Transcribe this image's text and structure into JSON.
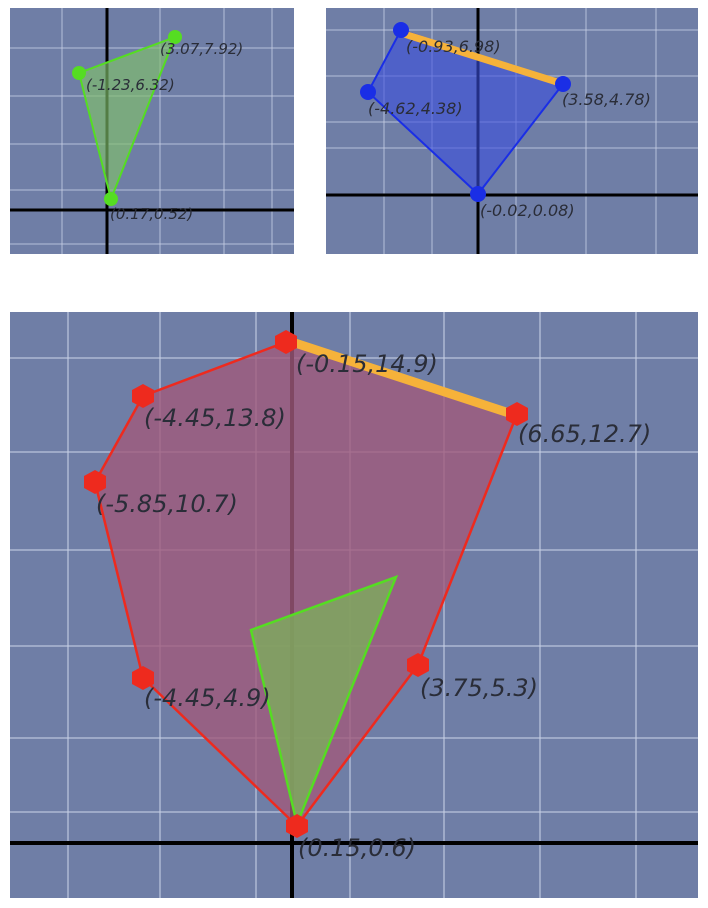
{
  "colors": {
    "background": "#6f7ea6",
    "grid_major": "#c6cfe4",
    "grid_minor": "#8c99bb",
    "axis": "#000000",
    "green": "#55dd22",
    "blue": "#1a2ee6",
    "red": "#ee2a1e",
    "edge_highlight": "#f6b23a"
  },
  "panels": [
    {
      "id": "green",
      "shape": "triangle",
      "vertices": [
        {
          "label": "(3.07,7.92)"
        },
        {
          "label": "(-1.23,6.32)"
        },
        {
          "label": "(0.17,0.52)"
        }
      ]
    },
    {
      "id": "blue",
      "shape": "quadrilateral",
      "highlighted_edge": "top-right",
      "vertices": [
        {
          "label": "(-0.93,6.98)"
        },
        {
          "label": "(3.58,4.78)"
        },
        {
          "label": "(-0.02,0.08)"
        },
        {
          "label": "(-4.62,4.38)"
        }
      ]
    },
    {
      "id": "red",
      "shape": "hexagon-like polygon with overlaid triangle",
      "highlighted_edge": "top-right",
      "vertices": [
        {
          "label": "(-0.15,14.9)"
        },
        {
          "label": "(6.65,12.7)"
        },
        {
          "label": "(3.75,5.3)"
        },
        {
          "label": "(0.15,0.6)"
        },
        {
          "label": "(-4.45,4.9)"
        },
        {
          "label": "(-5.85,10.7)"
        },
        {
          "label": "(-4.45,13.8)"
        }
      ]
    }
  ]
}
